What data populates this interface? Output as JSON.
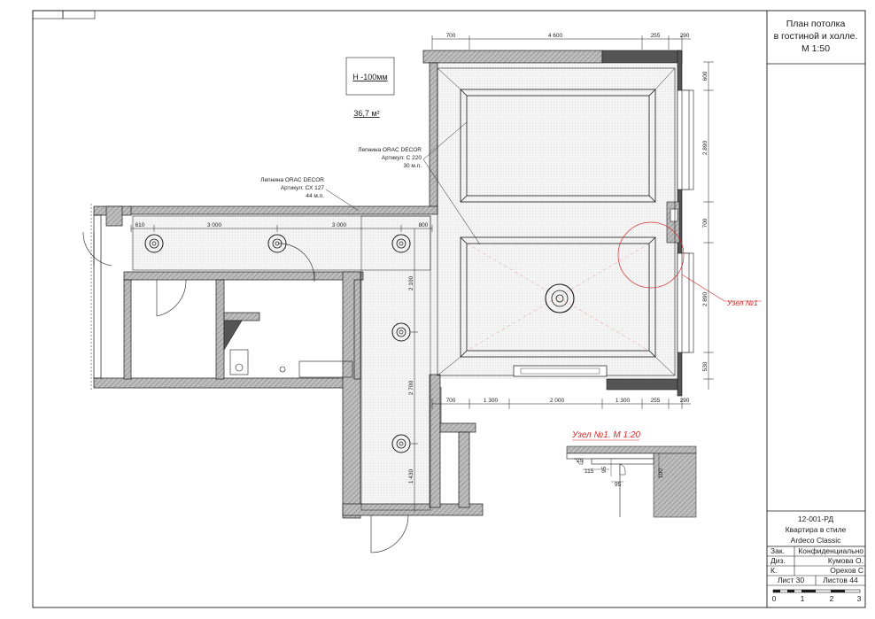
{
  "title_block": {
    "sheet_title": "План потолка в гостиной и холле. М 1:50",
    "sheet_title_lines": [
      "План потолка",
      "в гостиной и холле.",
      "М 1:50"
    ],
    "project_code": "12-001-РД",
    "project_name_lines": [
      "Квартира в стиле",
      "Ardeco Classic"
    ],
    "rows": [
      {
        "label": "Зак.",
        "value": "Конфиденциально"
      },
      {
        "label": "Диз.",
        "value": "Кумова О."
      },
      {
        "label": "К.",
        "value": "Орехов С"
      }
    ],
    "sheet_no": "Лист 30",
    "sheets_total": "Листов 44",
    "scale_bar_labels": [
      "0",
      "1",
      "2",
      "3"
    ]
  },
  "plan": {
    "height_label": "Н -100мм",
    "area_label": "36,7 м²",
    "callouts": [
      {
        "lines": [
          "Лепнина ORAC DECOR",
          "Артикул: С 220",
          "30 м.п."
        ]
      },
      {
        "lines": [
          "Лепнина ORAC DECOR",
          "Артикул: СХ 127",
          "44 м.п."
        ]
      }
    ],
    "node_label": "Узел №1",
    "detail_title": "Узел №1. М 1:20",
    "dims_top": [
      "700",
      "4 600",
      "255",
      "290"
    ],
    "dims_bottom": [
      "700",
      "1 300",
      "2 000",
      "1 300",
      "255",
      "290"
    ],
    "dims_right": [
      "600",
      "2 890",
      "700",
      "2 890",
      "530"
    ],
    "dims_corridor": [
      "610",
      "3 000",
      "3 000",
      "800"
    ],
    "dims_vertical": [
      "2 100",
      "2 700",
      "1 430"
    ],
    "detail_dims": [
      "25",
      "115",
      "95",
      "95",
      "100"
    ]
  },
  "colors": {
    "wall_fill": "#9a9a9a",
    "dark_wall": "#555555",
    "line": "#1a1a1a",
    "red": "#d42a2a"
  }
}
